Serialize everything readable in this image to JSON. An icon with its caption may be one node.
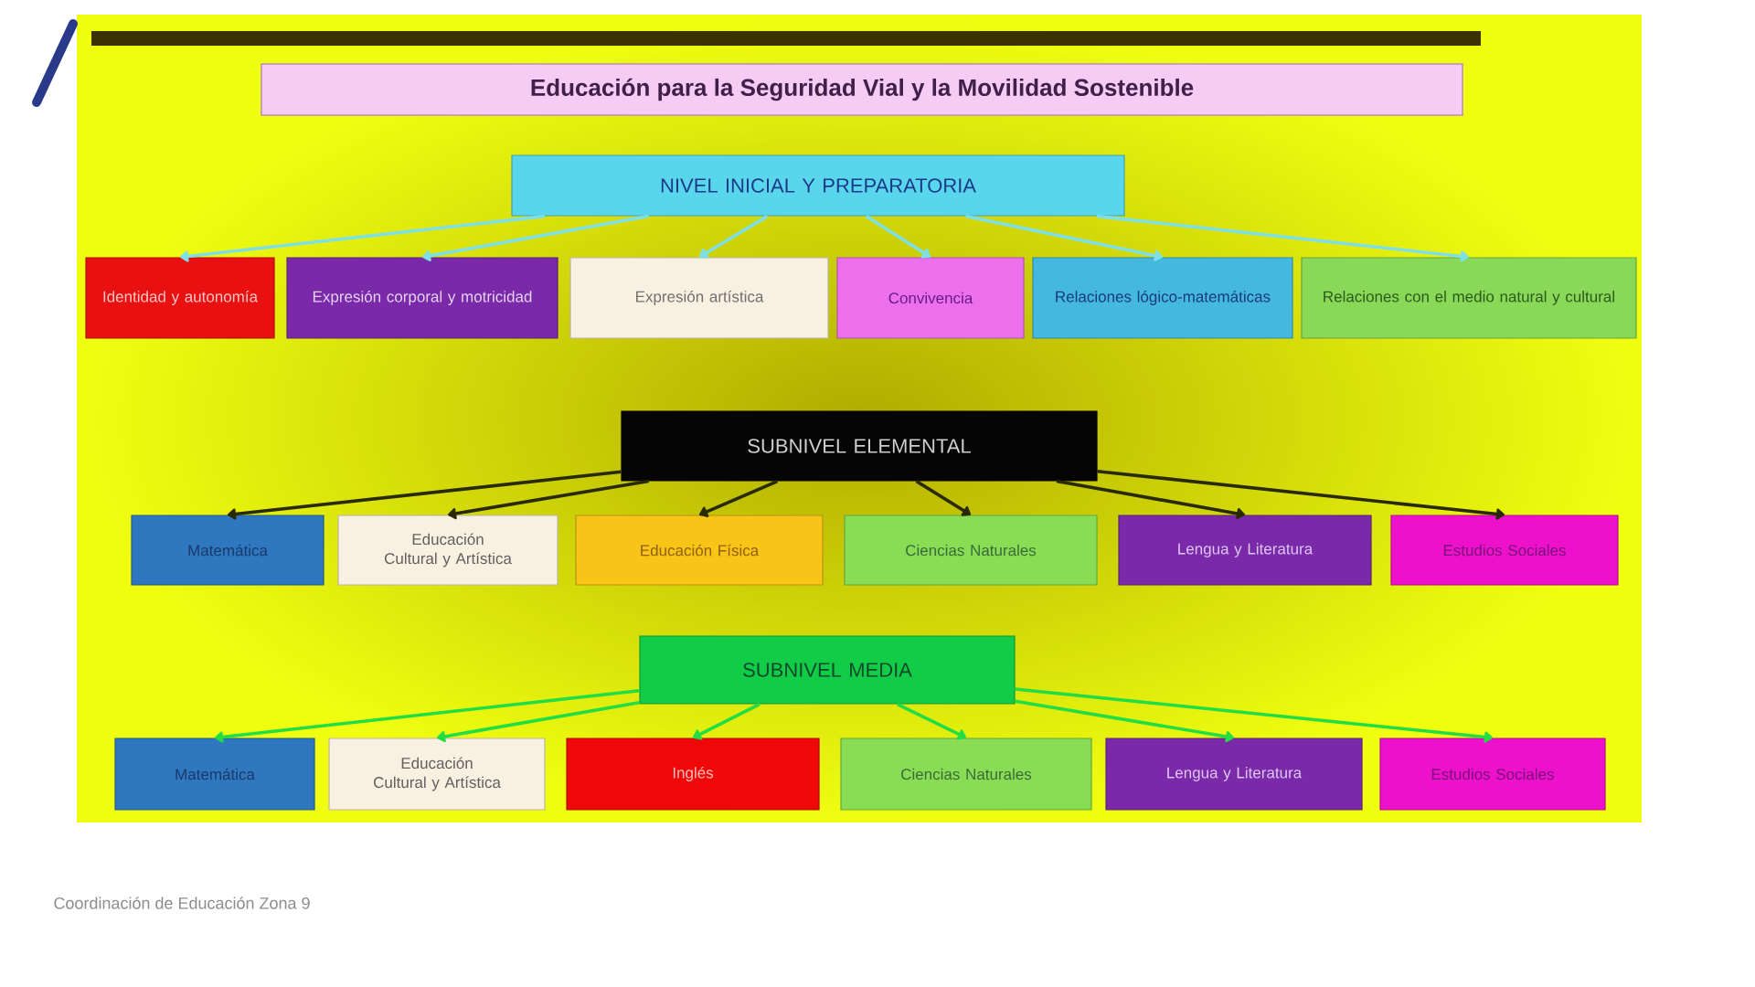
{
  "diagram": {
    "title": "Educación para la Seguridad Vial y la Movilidad Sostenible",
    "nodes": [
      {
        "text": [
          "NIVEL INICIAL Y PREPARATORIA"
        ]
      },
      {
        "text": [
          "Identidad y autonomía"
        ]
      },
      {
        "text": [
          "Expresión corporal y motricidad"
        ]
      },
      {
        "text": [
          "Expresión artística"
        ]
      },
      {
        "text": [
          "Convivencia"
        ]
      },
      {
        "text": [
          "Relaciones lógico-matemáticas"
        ]
      },
      {
        "text": [
          "Relaciones con el medio natural y cultural"
        ]
      },
      {
        "text": [
          "SUBNIVEL ELEMENTAL"
        ]
      },
      {
        "text": [
          "Matemática"
        ]
      },
      {
        "text": [
          "Educación Cultural y Artística"
        ]
      },
      {
        "text": [
          "Educación Física"
        ]
      },
      {
        "text": [
          "Ciencias Naturales"
        ]
      },
      {
        "text": [
          "Lengua y Literatura"
        ]
      },
      {
        "text": [
          "Estudios Sociales"
        ]
      },
      {
        "text": [
          "SUBNIVEL MEDIA"
        ]
      },
      {
        "text": [
          "Matemática"
        ]
      },
      {
        "text": [
          "Educación Cultural y Artística"
        ]
      },
      {
        "text": [
          "Inglés"
        ]
      },
      {
        "text": [
          "Ciencias Naturales"
        ]
      },
      {
        "text": [
          "Lengua y Literatura"
        ]
      },
      {
        "text": [
          "Estudios Sociales"
        ]
      }
    ],
    "edges": [
      {
        "from": 0,
        "to": 1,
        "arrow": "to",
        "color": "#7ee0e6"
      },
      {
        "from": 0,
        "to": 2,
        "arrow": "to",
        "color": "#7ee0e6"
      },
      {
        "from": 0,
        "to": 3,
        "arrow": "to",
        "color": "#7ee0e6"
      },
      {
        "from": 0,
        "to": 4,
        "arrow": "to",
        "color": "#7ee0e6"
      },
      {
        "from": 0,
        "to": 5,
        "arrow": "to",
        "color": "#7ee0e6"
      },
      {
        "from": 0,
        "to": 6,
        "arrow": "to",
        "color": "#7ee0e6"
      },
      {
        "from": 7,
        "to": 8,
        "arrow": "to",
        "color": "#2a2a00"
      },
      {
        "from": 7,
        "to": 9,
        "arrow": "to",
        "color": "#2a2a00"
      },
      {
        "from": 7,
        "to": 10,
        "arrow": "to",
        "color": "#2a2a00"
      },
      {
        "from": 7,
        "to": 11,
        "arrow": "to",
        "color": "#2a2a00"
      },
      {
        "from": 7,
        "to": 12,
        "arrow": "to",
        "color": "#2a2a00"
      },
      {
        "from": 7,
        "to": 13,
        "arrow": "to",
        "color": "#2a2a00"
      },
      {
        "from": 14,
        "to": 15,
        "arrow": "to",
        "color": "#22dd44"
      },
      {
        "from": 14,
        "to": 16,
        "arrow": "to",
        "color": "#22dd44"
      },
      {
        "from": 14,
        "to": 17,
        "arrow": "to",
        "color": "#22dd44"
      },
      {
        "from": 14,
        "to": 18,
        "arrow": "to",
        "color": "#22dd44"
      },
      {
        "from": 14,
        "to": 19,
        "arrow": "to",
        "color": "#22dd44"
      },
      {
        "from": 14,
        "to": 20,
        "arrow": "to",
        "color": "#22dd44"
      }
    ],
    "labels": [
      "Coordinación de Educación Zona 9"
    ]
  }
}
